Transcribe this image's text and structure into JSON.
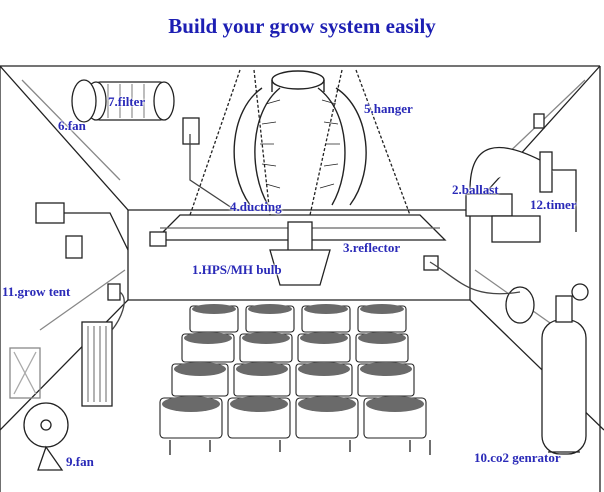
{
  "title": "Build your grow system easily",
  "labels": {
    "hps_bulb": "1.HPS/MH bulb",
    "ballast": "2.ballast",
    "reflector": "3.reflector",
    "ducting": "4.ducting",
    "hanger": "5.hanger",
    "fan_top": "6.fan",
    "filter": "7.filter",
    "fan_floor": "9.fan",
    "co2": "10.co2 genrator",
    "grow_tent": "11.grow tent",
    "timer": "12.timer"
  },
  "colors": {
    "label": "#2a2ab8",
    "title": "#1d1fb3",
    "line": "#222222"
  }
}
